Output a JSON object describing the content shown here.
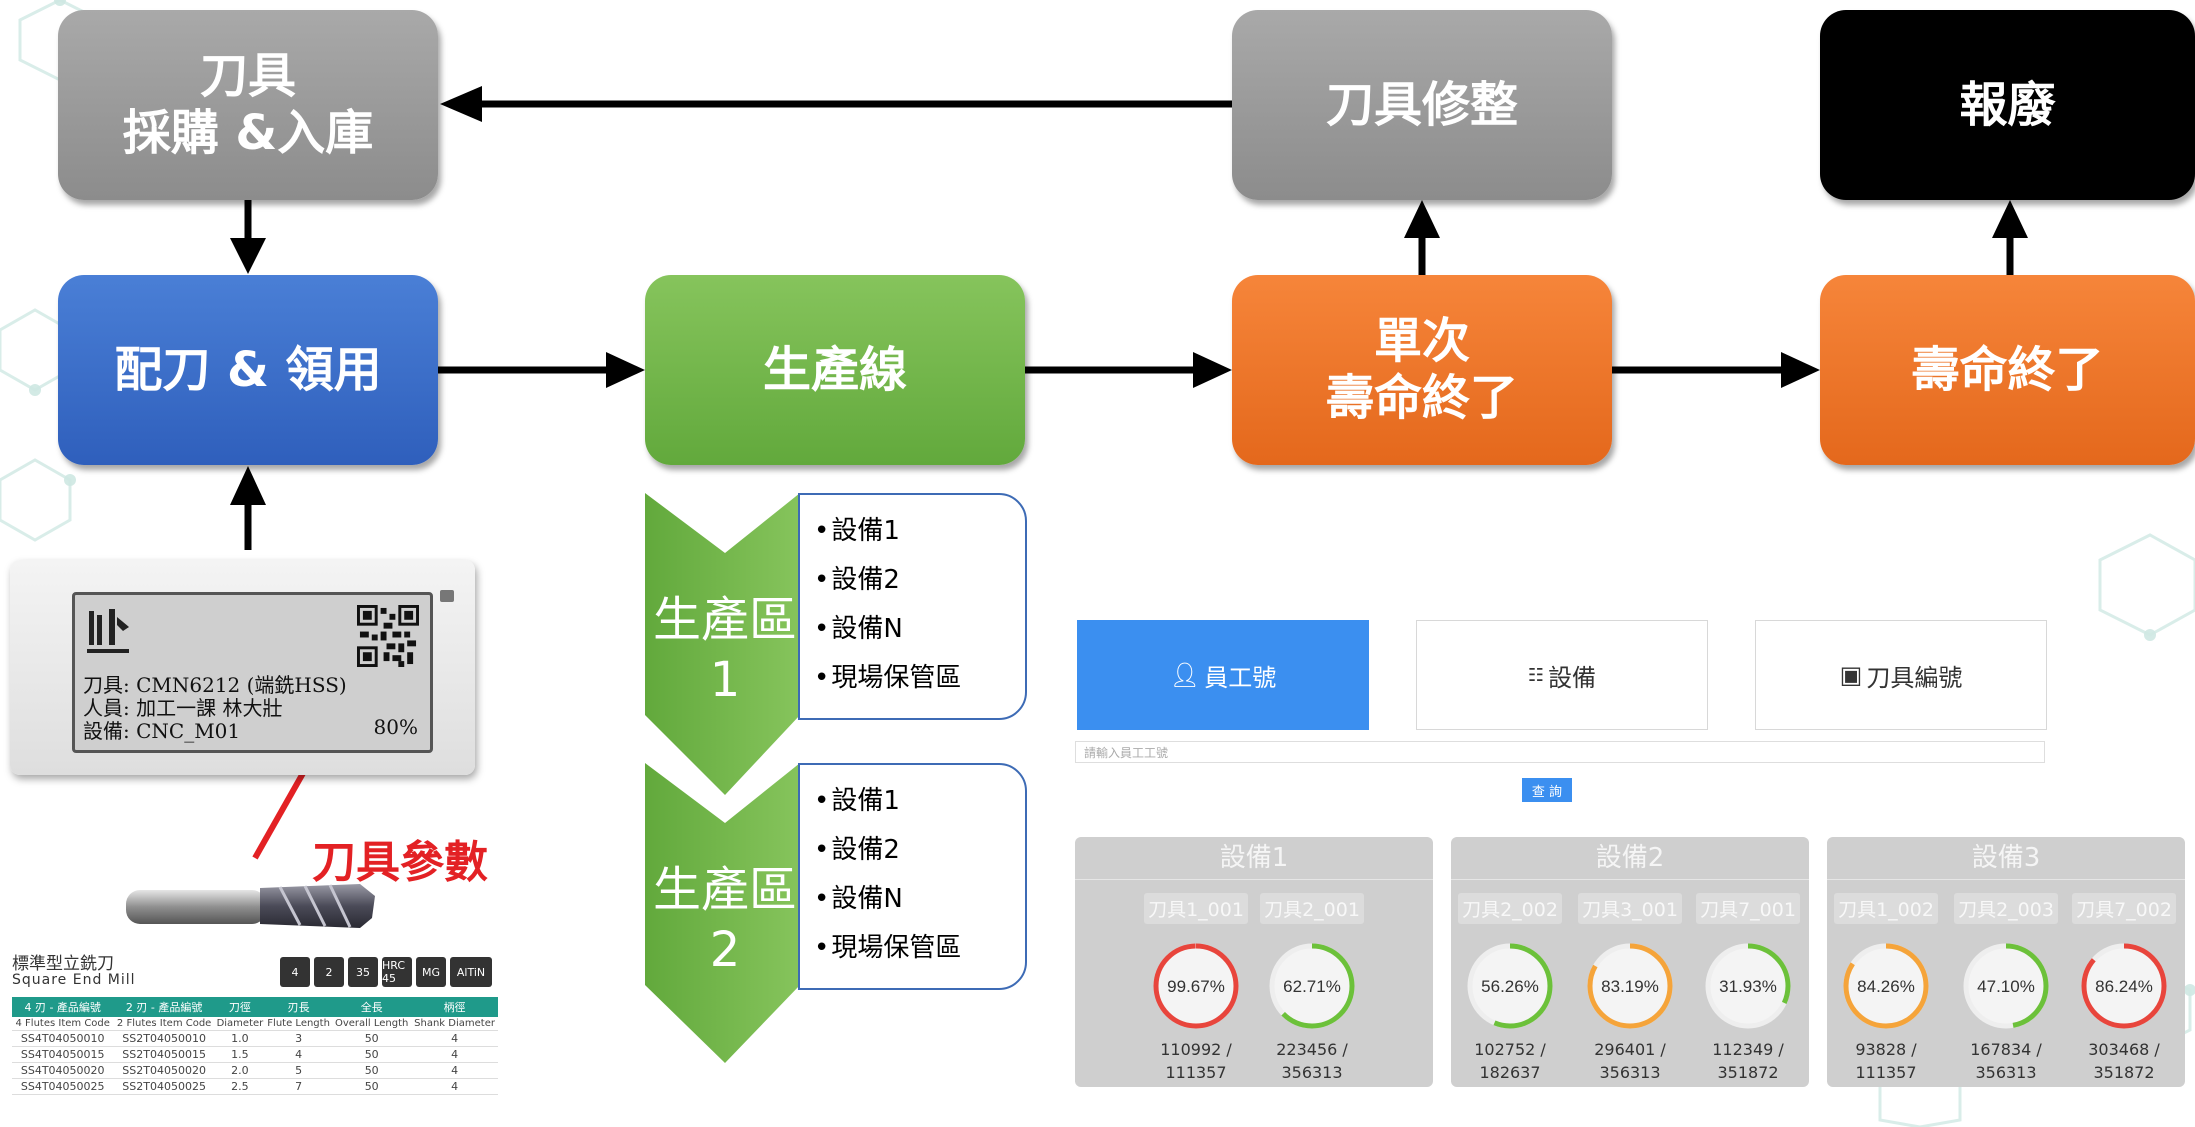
{
  "flow": {
    "purchase": "刀具\n採購 &入庫",
    "repair": "刀具修整",
    "scrap": "報廢",
    "dispatch": "配刀 & 領用",
    "production_line": "生產線",
    "single_life_end": "單次\n壽命終了",
    "life_end": "壽命終了"
  },
  "colors": {
    "gray": "#999999",
    "blue": "#3a6dcc",
    "green": "#72b74a",
    "orange": "#ee7428",
    "black": "#000000",
    "param_red": "#e32124",
    "dashboard_accent": "#3b8ff0"
  },
  "zones": [
    {
      "label": "生產區\n1",
      "items": [
        "設備1",
        "設備2",
        "設備N",
        "現場保管區"
      ]
    },
    {
      "label": "生產區\n2",
      "items": [
        "設備1",
        "設備2",
        "設備N",
        "現場保管區"
      ]
    }
  ],
  "tag": {
    "tool": "刀具: CMN6212 (端銑HSS)",
    "person": "人員: 加工一課 林大壯",
    "equipment": "設備: CNC_M01",
    "percent": "80%"
  },
  "tool_param_label": "刀具參數",
  "catalog": {
    "title": "標準型立銑刀",
    "subtitle": "Square End Mill",
    "badges": [
      "4",
      "2",
      "35",
      "HRC 45",
      "MG",
      "AlTiN"
    ],
    "headers": [
      "4 刃 - 產品編號",
      "2 刃 - 產品編號",
      "刀徑",
      "刃長",
      "全長",
      "柄徑"
    ],
    "subheaders": [
      "4 Flutes Item Code",
      "2 Flutes Item Code",
      "Diameter",
      "Flute Length",
      "Overall Length",
      "Shank Diameter"
    ],
    "rows": [
      [
        "SS4T04050010",
        "SS2T04050010",
        "1.0",
        "3",
        "50",
        "4"
      ],
      [
        "SS4T04050015",
        "SS2T04050015",
        "1.5",
        "4",
        "50",
        "4"
      ],
      [
        "SS4T04050020",
        "SS2T04050020",
        "2.0",
        "5",
        "50",
        "4"
      ],
      [
        "SS4T04050025",
        "SS2T04050025",
        "2.5",
        "7",
        "50",
        "4"
      ]
    ]
  },
  "dashboard": {
    "tabs": [
      {
        "icon": "person-icon",
        "label": "員工號",
        "active": true
      },
      {
        "icon": "network-icon",
        "label": "設備",
        "active": false
      },
      {
        "icon": "tool-icon",
        "label": "刀具編號",
        "active": false
      }
    ],
    "input_placeholder": "請輸入員工工號",
    "query_button": "查 詢",
    "equipment": [
      {
        "name": "設備1",
        "tools": [
          {
            "id": "刀具1_001",
            "percent": "99.67%",
            "value": 99.67,
            "color": "#e8453c",
            "used": "110992 /",
            "total": "111357"
          },
          {
            "id": "刀具2_001",
            "percent": "62.71%",
            "value": 62.71,
            "color": "#6cc13a",
            "used": "223456 /",
            "total": "356313"
          }
        ]
      },
      {
        "name": "設備2",
        "tools": [
          {
            "id": "刀具2_002",
            "percent": "56.26%",
            "value": 56.26,
            "color": "#6cc13a",
            "used": "102752 /",
            "total": "182637"
          },
          {
            "id": "刀具3_001",
            "percent": "83.19%",
            "value": 83.19,
            "color": "#f5a43a",
            "used": "296401 /",
            "total": "356313"
          },
          {
            "id": "刀具7_001",
            "percent": "31.93%",
            "value": 31.93,
            "color": "#6cc13a",
            "used": "112349 /",
            "total": "351872"
          }
        ]
      },
      {
        "name": "設備3",
        "tools": [
          {
            "id": "刀具1_002",
            "percent": "84.26%",
            "value": 84.26,
            "color": "#f5a43a",
            "used": "93828 /",
            "total": "111357"
          },
          {
            "id": "刀具2_003",
            "percent": "47.10%",
            "value": 47.1,
            "color": "#6cc13a",
            "used": "167834 /",
            "total": "356313"
          },
          {
            "id": "刀具7_002",
            "percent": "86.24%",
            "value": 86.24,
            "color": "#e8453c",
            "used": "303468 /",
            "total": "351872"
          }
        ]
      }
    ]
  }
}
